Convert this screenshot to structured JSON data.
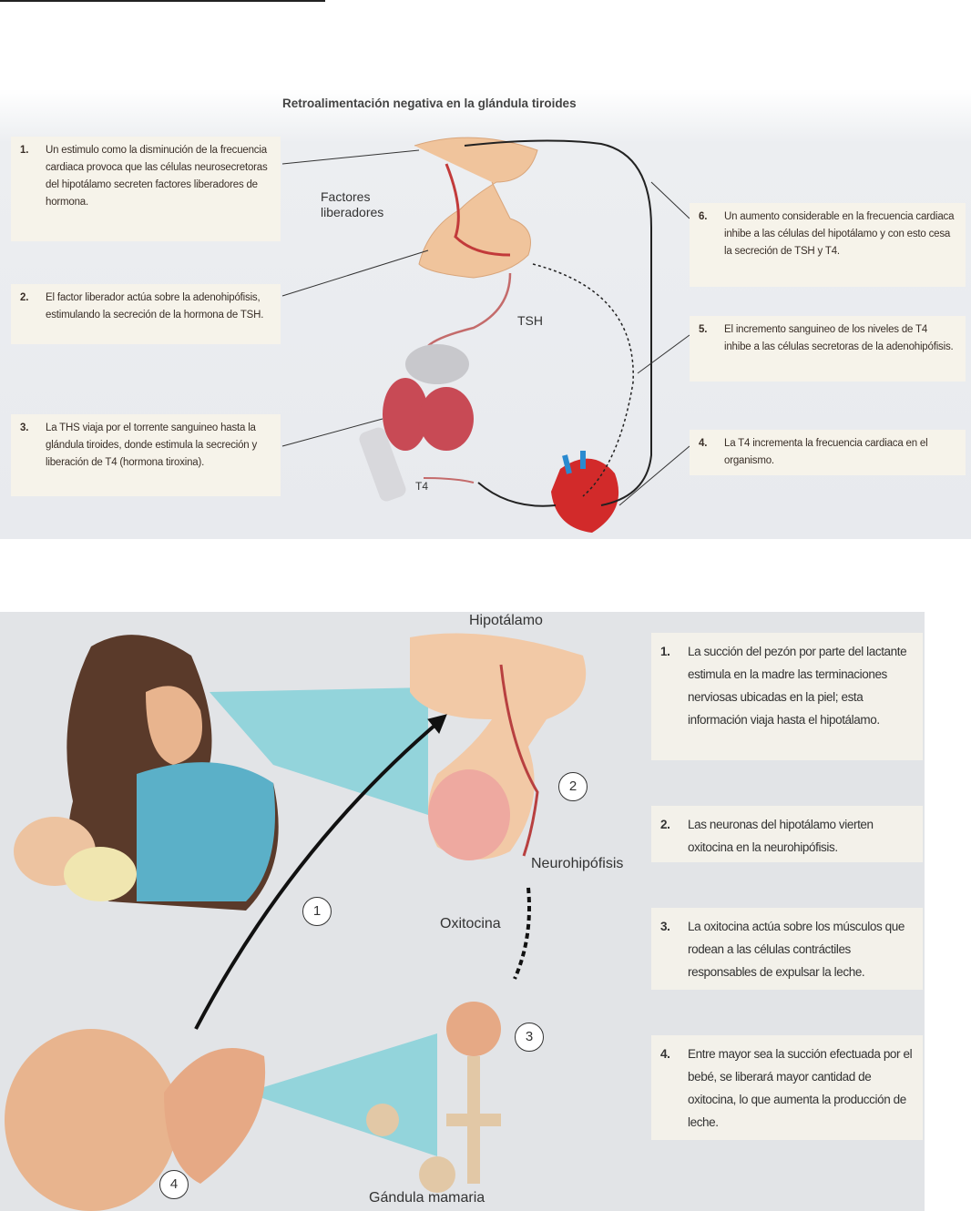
{
  "thyroid_diagram": {
    "title": "Retroalimentación negativa en la glándula tiroides",
    "labels": {
      "releasing_factors": "Factores\nliberadores",
      "tsh": "TSH",
      "t4": "T4"
    },
    "steps": [
      {
        "num": "1.",
        "text": "Un estimulo como la disminución de la frecuencia cardiaca provoca que las células neurosecretoras del hipotálamo secreten factores liberadores de hormona."
      },
      {
        "num": "2.",
        "text": "El factor liberador actúa sobre la adenohipófisis, estimulando la secreción de la hormona de TSH."
      },
      {
        "num": "3.",
        "text": "La THS viaja por el torrente sanguineo hasta la glándula tiroides, donde estimula la secreción y liberación de T4 (hormona tiroxina)."
      },
      {
        "num": "4.",
        "text": "La T4 incrementa la frecuencia cardiaca en el organismo."
      },
      {
        "num": "5.",
        "text": "El incremento sanguineo de los niveles de T4 inhibe a las células secretoras de la adenohipófisis."
      },
      {
        "num": "6.",
        "text": "Un aumento considerable en la frecuencia cardiaca inhibe a las células del hipotálamo y con esto cesa la secreción de TSH y T4."
      }
    ]
  },
  "oxytocin_diagram": {
    "labels": {
      "hypothalamus": "Hipotálamo",
      "neurohypophysis": "Neurohipófisis",
      "oxytocin": "Oxitocina",
      "mammary_gland": "Gándula mamaria"
    },
    "markers": [
      "1",
      "2",
      "3",
      "4"
    ],
    "steps": [
      {
        "num": "1.",
        "text": "La succión del pezón por parte del lactante estimula en la madre las terminaciones nerviosas ubicadas en la piel; esta información viaja hasta el hipotálamo."
      },
      {
        "num": "2.",
        "text": "Las neuronas del hipotálamo vierten oxitocina en la neurohipófisis."
      },
      {
        "num": "3.",
        "text": "La oxitocina actúa sobre los músculos que rodean a las células contráctiles responsables de expulsar la leche."
      },
      {
        "num": "4.",
        "text": "Entre mayor sea la succión efectuada por el bebé, se liberará mayor cantidad de oxitocina, lo que aumenta la producción de leche."
      }
    ]
  }
}
